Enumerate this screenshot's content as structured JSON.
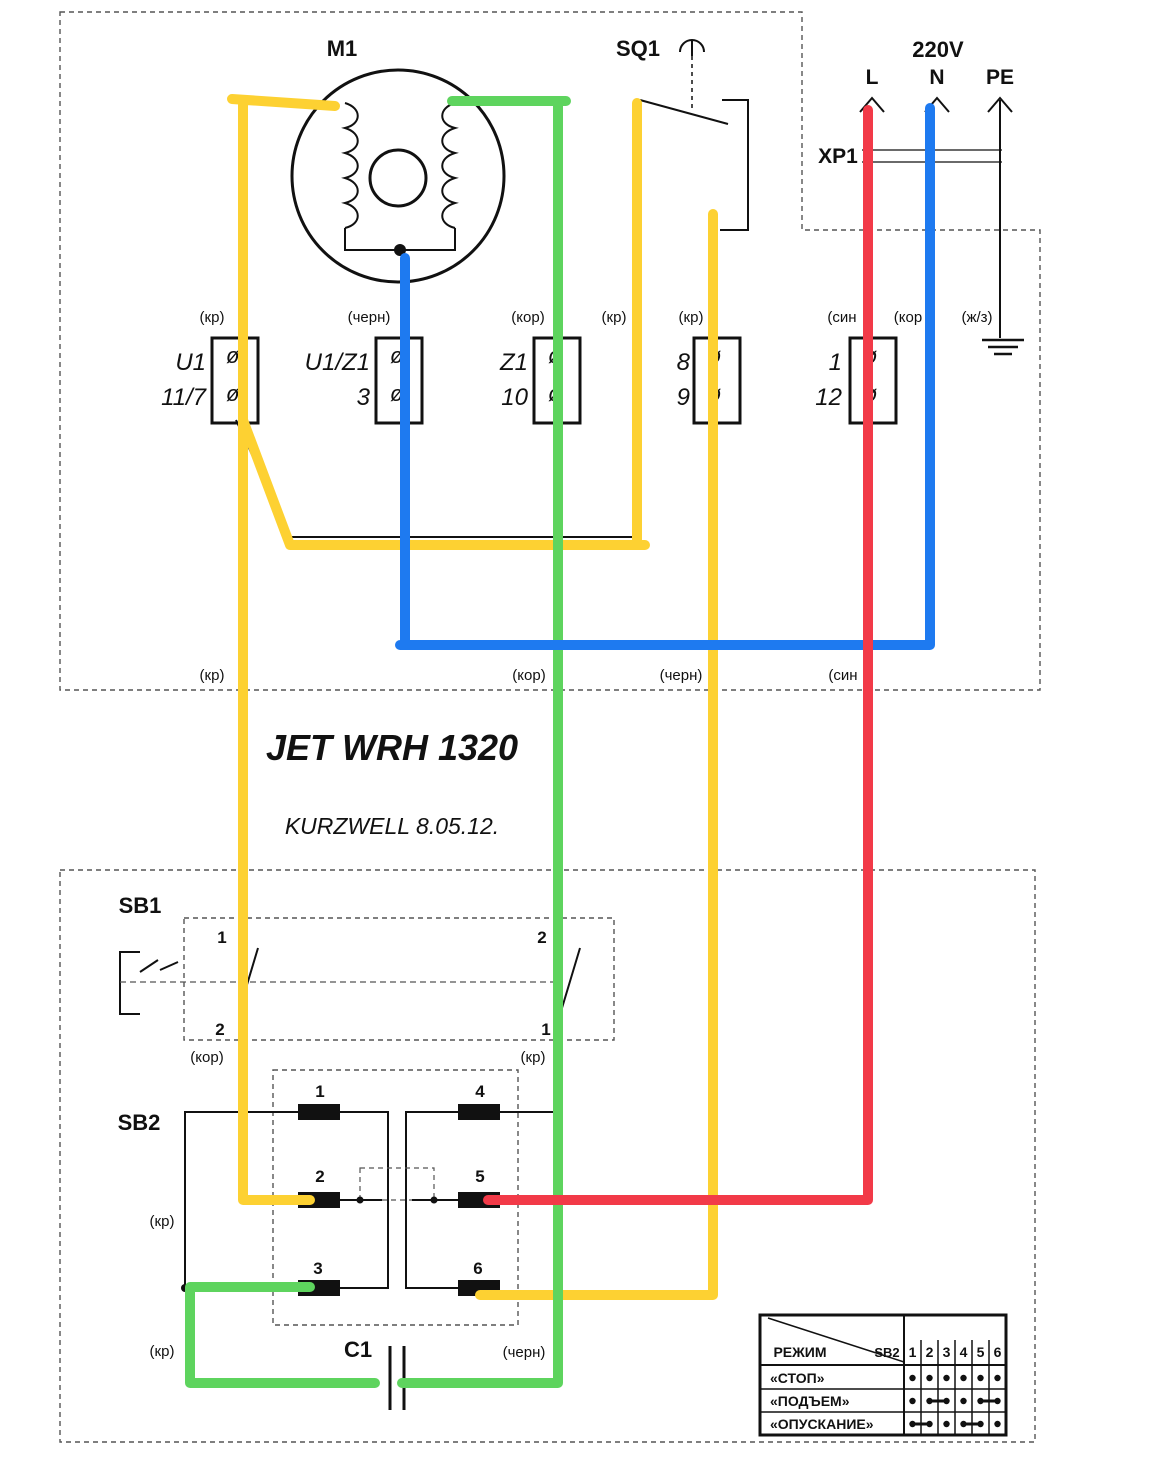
{
  "colors": {
    "yellow": "#FDD132",
    "green": "#5ED45E",
    "blue": "#1E7AF0",
    "red": "#F23A48",
    "ink": "#111111"
  },
  "motor": {
    "label": "M1"
  },
  "limit_switch": {
    "label": "SQ1",
    "icon": "limit-switch-icon"
  },
  "power": {
    "voltage": "220V",
    "L": "L",
    "N": "N",
    "PE": "PE",
    "connector": "XP1",
    "ground_icon": "ground-icon"
  },
  "terminals": {
    "t1": {
      "wire": "(кр)",
      "top": "U1",
      "bottom": "11/7"
    },
    "t2": {
      "wire": "(черн)",
      "top": "U1/Z1",
      "bottom": "3"
    },
    "t3": {
      "wire": "(кор)",
      "top": "Z1",
      "bottom": "10"
    },
    "t4": {
      "wire_left": "(кр)",
      "wire": "(кр)",
      "top": "8",
      "bottom": "9"
    },
    "t5": {
      "wire": "(син",
      "wire_right": "(кор",
      "top": "1",
      "bottom": "12"
    },
    "pe_wire": "(ж/з)"
  },
  "bottom_wires": {
    "w1": "(кр)",
    "w2": "(кор)",
    "w3": "(черн)",
    "w4": "(син"
  },
  "title": {
    "model": "JET WRH 1320",
    "author": "KURZWELL 8.05.12."
  },
  "sb1": {
    "label": "SB1",
    "n1": "1",
    "n2": "2",
    "n3": "2",
    "n4": "1",
    "wire_left": "(кор)",
    "wire_right": "(кр)"
  },
  "sb2": {
    "label": "SB2",
    "contacts": [
      "1",
      "2",
      "3",
      "4",
      "5",
      "6"
    ],
    "wire1": "(кр)",
    "wire2": "(кр)"
  },
  "capacitor": {
    "label": "C1",
    "wire": "(черн)"
  },
  "mode_table": {
    "header_mode": "РЕЖИМ",
    "header_switch": "SB2",
    "columns": [
      "1",
      "2",
      "3",
      "4",
      "5",
      "6"
    ],
    "rows": [
      {
        "label": "«СТОП»",
        "links": []
      },
      {
        "label": "«ПОДЪЕМ»",
        "links": [
          [
            2,
            3
          ],
          [
            5,
            6
          ]
        ]
      },
      {
        "label": "«ОПУСКАНИЕ»",
        "links": [
          [
            1,
            2
          ],
          [
            4,
            5
          ]
        ]
      }
    ]
  }
}
